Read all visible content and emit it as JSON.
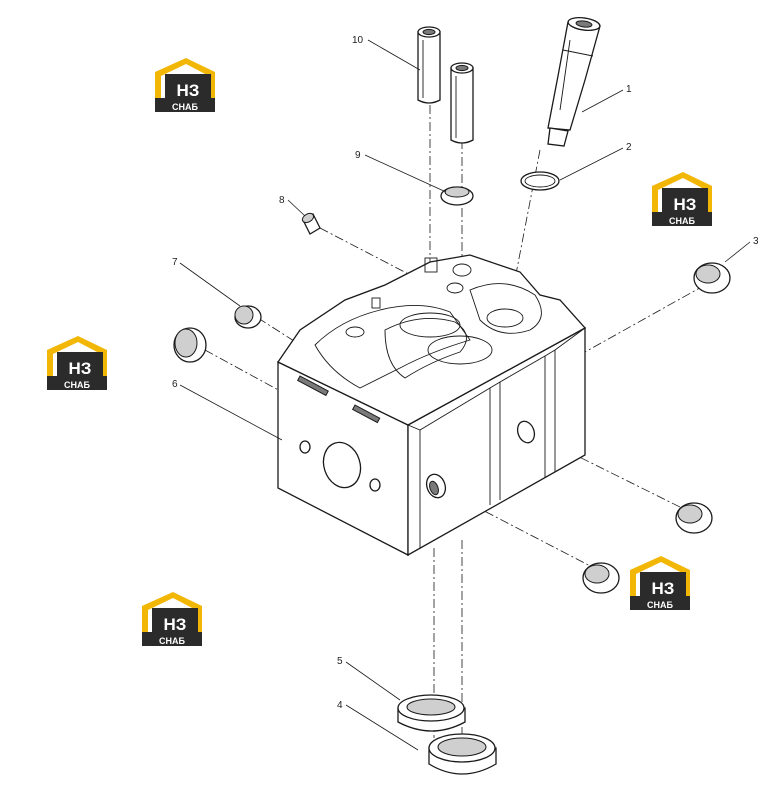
{
  "diagram": {
    "callouts": [
      {
        "id": "c1",
        "label": "1"
      },
      {
        "id": "c2",
        "label": "2"
      },
      {
        "id": "c3",
        "label": "3"
      },
      {
        "id": "c4",
        "label": "4"
      },
      {
        "id": "c5",
        "label": "5"
      },
      {
        "id": "c6",
        "label": "6"
      },
      {
        "id": "c7",
        "label": "7"
      },
      {
        "id": "c8",
        "label": "8"
      },
      {
        "id": "c9",
        "label": "9"
      },
      {
        "id": "c10",
        "label": "10"
      }
    ]
  },
  "watermark": {
    "line1": "НЗ",
    "line2": "СНАБ",
    "colors": {
      "roof": "#f2b705",
      "dark": "#2b2b2b",
      "text_light": "#ffffff"
    }
  }
}
